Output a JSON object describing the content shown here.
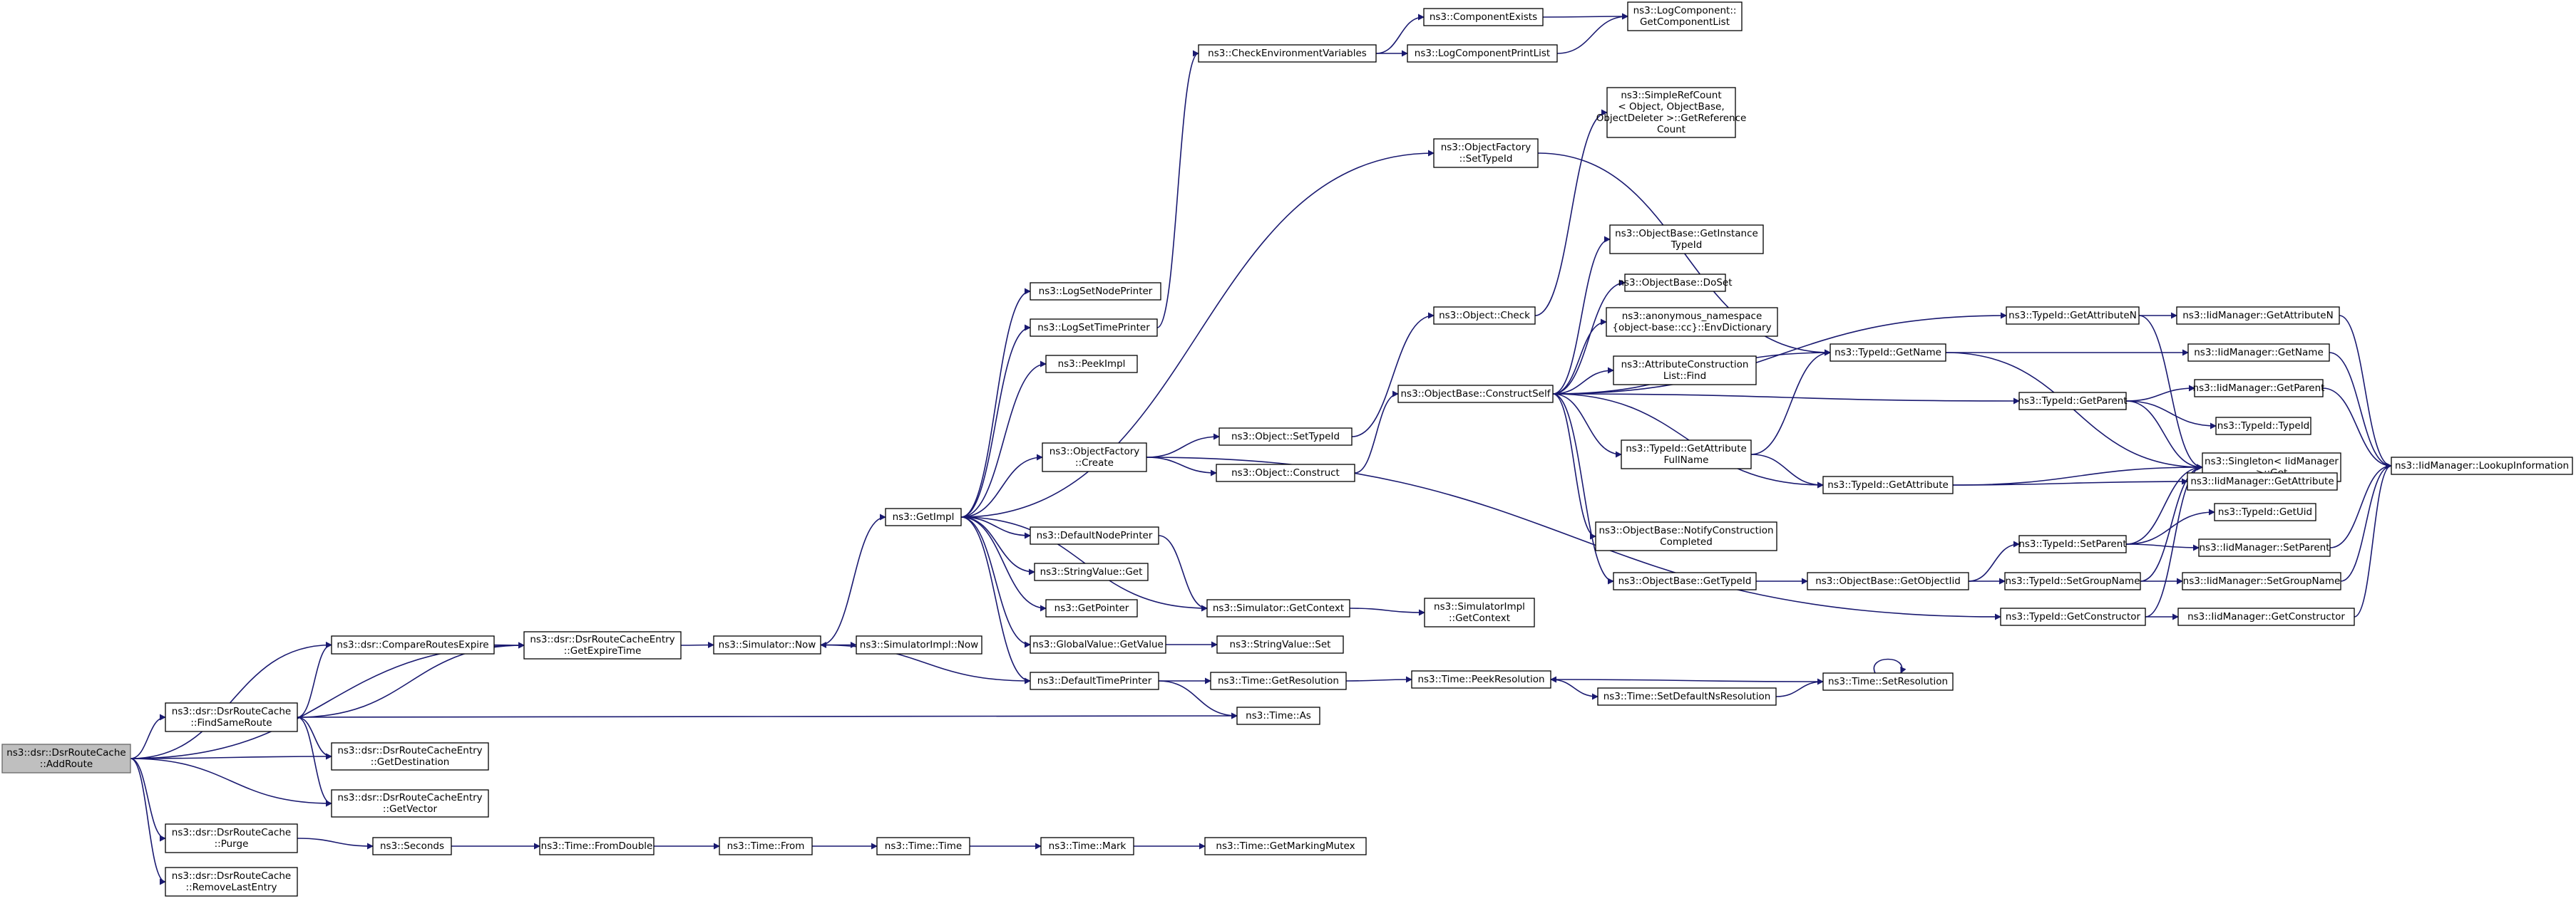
{
  "nodes": [
    {
      "id": "addroute",
      "lines": [
        "ns3::dsr::DsrRouteCache",
        "::AddRoute"
      ],
      "root": true
    },
    {
      "id": "compareroutesexpire",
      "lines": [
        "ns3::dsr::CompareRoutesExpire"
      ]
    },
    {
      "id": "findsameroute",
      "lines": [
        "ns3::dsr::DsrRouteCache",
        "::FindSameRoute"
      ]
    },
    {
      "id": "getexpiretime",
      "lines": [
        "ns3::dsr::DsrRouteCacheEntry",
        "::GetExpireTime"
      ]
    },
    {
      "id": "getdestination",
      "lines": [
        "ns3::dsr::DsrRouteCacheEntry",
        "::GetDestination"
      ]
    },
    {
      "id": "getvector",
      "lines": [
        "ns3::dsr::DsrRouteCacheEntry",
        "::GetVector"
      ]
    },
    {
      "id": "purge",
      "lines": [
        "ns3::dsr::DsrRouteCache",
        "::Purge"
      ]
    },
    {
      "id": "removelastentry",
      "lines": [
        "ns3::dsr::DsrRouteCache",
        "::RemoveLastEntry"
      ]
    },
    {
      "id": "seconds",
      "lines": [
        "ns3::Seconds"
      ]
    },
    {
      "id": "fromdouble",
      "lines": [
        "ns3::Time::FromDouble"
      ]
    },
    {
      "id": "from",
      "lines": [
        "ns3::Time::From"
      ]
    },
    {
      "id": "timetime",
      "lines": [
        "ns3::Time::Time"
      ]
    },
    {
      "id": "mark",
      "lines": [
        "ns3::Time::Mark"
      ]
    },
    {
      "id": "getmarkingmutex",
      "lines": [
        "ns3::Time::GetMarkingMutex"
      ]
    },
    {
      "id": "simnow",
      "lines": [
        "ns3::Simulator::Now"
      ]
    },
    {
      "id": "simimplnow",
      "lines": [
        "ns3::SimulatorImpl::Now"
      ]
    },
    {
      "id": "getimpl",
      "lines": [
        "ns3::GetImpl"
      ]
    },
    {
      "id": "logsetnodeprinter",
      "lines": [
        "ns3::LogSetNodePrinter"
      ]
    },
    {
      "id": "logsettimeprinter",
      "lines": [
        "ns3::LogSetTimePrinter"
      ]
    },
    {
      "id": "peekimpl",
      "lines": [
        "ns3::PeekImpl"
      ]
    },
    {
      "id": "objectfactorycreate",
      "lines": [
        "ns3::ObjectFactory",
        "::Create"
      ]
    },
    {
      "id": "defaultnodeprinter",
      "lines": [
        "ns3::DefaultNodePrinter"
      ]
    },
    {
      "id": "stringvalueget",
      "lines": [
        "ns3::StringValue::Get"
      ]
    },
    {
      "id": "getpointer",
      "lines": [
        "ns3::GetPointer"
      ]
    },
    {
      "id": "globalvaluegetvalue",
      "lines": [
        "ns3::GlobalValue::GetValue"
      ]
    },
    {
      "id": "defaulttimeprinter",
      "lines": [
        "ns3::DefaultTimePrinter"
      ]
    },
    {
      "id": "checkenv",
      "lines": [
        "ns3::CheckEnvironmentVariables"
      ]
    },
    {
      "id": "componentexists",
      "lines": [
        "ns3::ComponentExists"
      ]
    },
    {
      "id": "logcomponentprintlist",
      "lines": [
        "ns3::LogComponentPrintList"
      ]
    },
    {
      "id": "getcomponentlist",
      "lines": [
        "ns3::LogComponent::",
        "GetComponentList"
      ]
    },
    {
      "id": "objectfactorysettypeid",
      "lines": [
        "ns3::ObjectFactory",
        "::SetTypeId"
      ]
    },
    {
      "id": "objectsettypeid",
      "lines": [
        "ns3::Object::SetTypeId"
      ]
    },
    {
      "id": "objectconstruct",
      "lines": [
        "ns3::Object::Construct"
      ]
    },
    {
      "id": "objectcheck",
      "lines": [
        "ns3::Object::Check"
      ]
    },
    {
      "id": "simgetcontext",
      "lines": [
        "ns3::Simulator::GetContext"
      ]
    },
    {
      "id": "stringvalueset",
      "lines": [
        "ns3::StringValue::Set"
      ]
    },
    {
      "id": "timegetresolution",
      "lines": [
        "ns3::Time::GetResolution"
      ]
    },
    {
      "id": "timeas",
      "lines": [
        "ns3::Time::As"
      ]
    },
    {
      "id": "simimplgetcontext",
      "lines": [
        "ns3::SimulatorImpl",
        "::GetContext"
      ]
    },
    {
      "id": "timepeekresolution",
      "lines": [
        "ns3::Time::PeekResolution"
      ]
    },
    {
      "id": "constructself",
      "lines": [
        "ns3::ObjectBase::ConstructSelf"
      ]
    },
    {
      "id": "simplerefcount",
      "lines": [
        "ns3::SimpleRefCount",
        "< Object, ObjectBase,",
        "ObjectDeleter >::GetReference",
        "Count"
      ]
    },
    {
      "id": "getinstancetypeid",
      "lines": [
        "ns3::ObjectBase::GetInstance",
        "TypeId"
      ]
    },
    {
      "id": "doset",
      "lines": [
        "ns3::ObjectBase::DoSet"
      ]
    },
    {
      "id": "envdictionary",
      "lines": [
        "ns3::anonymous_namespace",
        "{object-base::cc}::EnvDictionary"
      ]
    },
    {
      "id": "attrconstructionfind",
      "lines": [
        "ns3::AttributeConstruction",
        "List::Find"
      ]
    },
    {
      "id": "getattributefullname",
      "lines": [
        "ns3::TypeId::GetAttribute",
        "FullName"
      ]
    },
    {
      "id": "notifyconstruction",
      "lines": [
        "ns3::ObjectBase::NotifyConstruction",
        "Completed"
      ]
    },
    {
      "id": "objectbasegettypeid",
      "lines": [
        "ns3::ObjectBase::GetTypeId"
      ]
    },
    {
      "id": "setdefaultnsresolution",
      "lines": [
        "ns3::Time::SetDefaultNsResolution"
      ]
    },
    {
      "id": "typeidgetname",
      "lines": [
        "ns3::TypeId::GetName"
      ]
    },
    {
      "id": "typeidgetattribute",
      "lines": [
        "ns3::TypeId::GetAttribute"
      ]
    },
    {
      "id": "getobjectiid",
      "lines": [
        "ns3::ObjectBase::GetObjectIid"
      ]
    },
    {
      "id": "timesetresolution",
      "lines": [
        "ns3::Time::SetResolution"
      ]
    },
    {
      "id": "typeidgetattributen",
      "lines": [
        "ns3::TypeId::GetAttributeN"
      ]
    },
    {
      "id": "typeidgetparent",
      "lines": [
        "ns3::TypeId::GetParent"
      ]
    },
    {
      "id": "typeidsetparent",
      "lines": [
        "ns3::TypeId::SetParent"
      ]
    },
    {
      "id": "typeidsetgroupname",
      "lines": [
        "ns3::TypeId::SetGroupName"
      ]
    },
    {
      "id": "typeidgetconstructor",
      "lines": [
        "ns3::TypeId::GetConstructor"
      ]
    },
    {
      "id": "iidgetattributen",
      "lines": [
        "ns3::IidManager::GetAttributeN"
      ]
    },
    {
      "id": "iidgetname",
      "lines": [
        "ns3::IidManager::GetName"
      ]
    },
    {
      "id": "iidgetparent",
      "lines": [
        "ns3::IidManager::GetParent"
      ]
    },
    {
      "id": "typeidtypeid",
      "lines": [
        "ns3::TypeId::TypeId"
      ]
    },
    {
      "id": "singletonget",
      "lines": [
        "ns3::Singleton< IidManager",
        " >::Get"
      ]
    },
    {
      "id": "iidgetattribute",
      "lines": [
        "ns3::IidManager::GetAttribute"
      ]
    },
    {
      "id": "typeidgetuid",
      "lines": [
        "ns3::TypeId::GetUid"
      ]
    },
    {
      "id": "iidsetparent",
      "lines": [
        "ns3::IidManager::SetParent"
      ]
    },
    {
      "id": "iidsetgroupname",
      "lines": [
        "ns3::IidManager::SetGroupName"
      ]
    },
    {
      "id": "iidgetconstructor",
      "lines": [
        "ns3::IidManager::GetConstructor"
      ]
    },
    {
      "id": "lookupinformation",
      "lines": [
        "ns3::IidManager::LookupInformation"
      ]
    }
  ]
}
